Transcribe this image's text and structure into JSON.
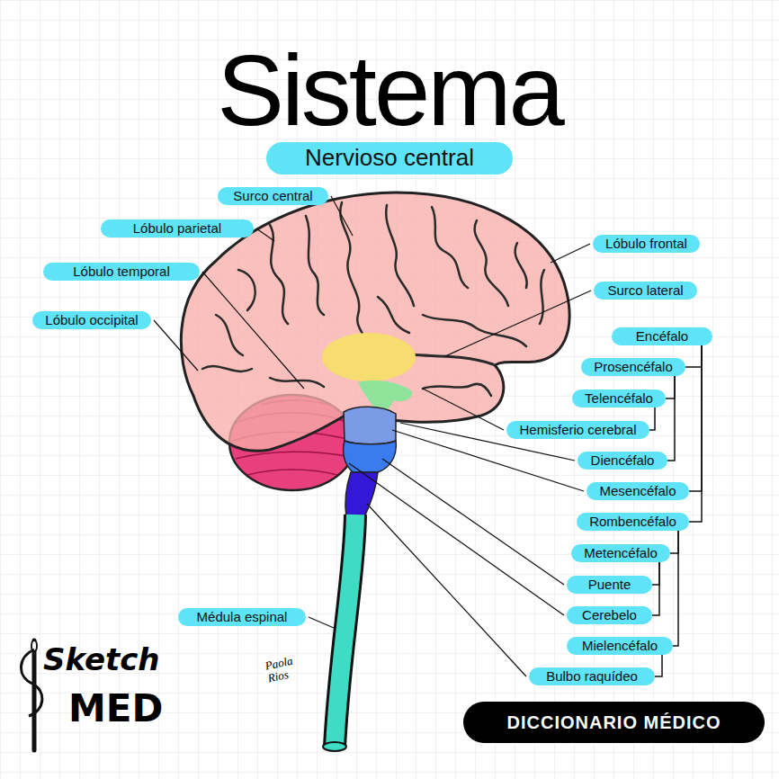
{
  "diagram": {
    "title": "Sistema",
    "nodes": [
      {
        "text": [
          "Nervioso central"
        ]
      },
      {
        "text": [
          "Surco central"
        ]
      },
      {
        "text": [
          "Lóbulo parietal"
        ]
      },
      {
        "text": [
          "Lóbulo frontal"
        ]
      },
      {
        "text": [
          "Lóbulo temporal"
        ]
      },
      {
        "text": [
          "Surco lateral"
        ]
      },
      {
        "text": [
          "Lóbulo occipital"
        ]
      },
      {
        "text": [
          "Encéfalo"
        ]
      },
      {
        "text": [
          "Prosencéfalo"
        ]
      },
      {
        "text": [
          "Telencéfalo"
        ]
      },
      {
        "text": [
          "Hemisferio cerebral"
        ]
      },
      {
        "text": [
          "Diencéfalo"
        ]
      },
      {
        "text": [
          "Mesencéfalo"
        ]
      },
      {
        "text": [
          "Rombencéfalo"
        ]
      },
      {
        "text": [
          "Metencéfalo"
        ]
      },
      {
        "text": [
          "Puente"
        ]
      },
      {
        "text": [
          "Médula espinal"
        ]
      },
      {
        "text": [
          "Cerebelo"
        ]
      },
      {
        "text": [
          "Mielencéfalo"
        ]
      },
      {
        "text": [
          "Bulbo raquídeo"
        ]
      },
      {
        "text": [
          "DICCIONARIO MÉDICO"
        ]
      }
    ],
    "edges": [
      {
        "from": 7,
        "to": 8,
        "arrow": "none"
      },
      {
        "from": 7,
        "to": 12,
        "arrow": "none"
      },
      {
        "from": 7,
        "to": 13,
        "arrow": "none"
      },
      {
        "from": 8,
        "to": 9,
        "arrow": "none"
      },
      {
        "from": 8,
        "to": 11,
        "arrow": "none"
      },
      {
        "from": 9,
        "to": 10,
        "arrow": "none"
      },
      {
        "from": 13,
        "to": 14,
        "arrow": "none"
      },
      {
        "from": 13,
        "to": 18,
        "arrow": "none"
      },
      {
        "from": 14,
        "to": 15,
        "arrow": "none"
      },
      {
        "from": 14,
        "to": 17,
        "arrow": "none"
      },
      {
        "from": 18,
        "to": 19,
        "arrow": "none"
      }
    ],
    "labels": [
      "Sketch",
      "MED",
      "Paola Rios"
    ]
  }
}
